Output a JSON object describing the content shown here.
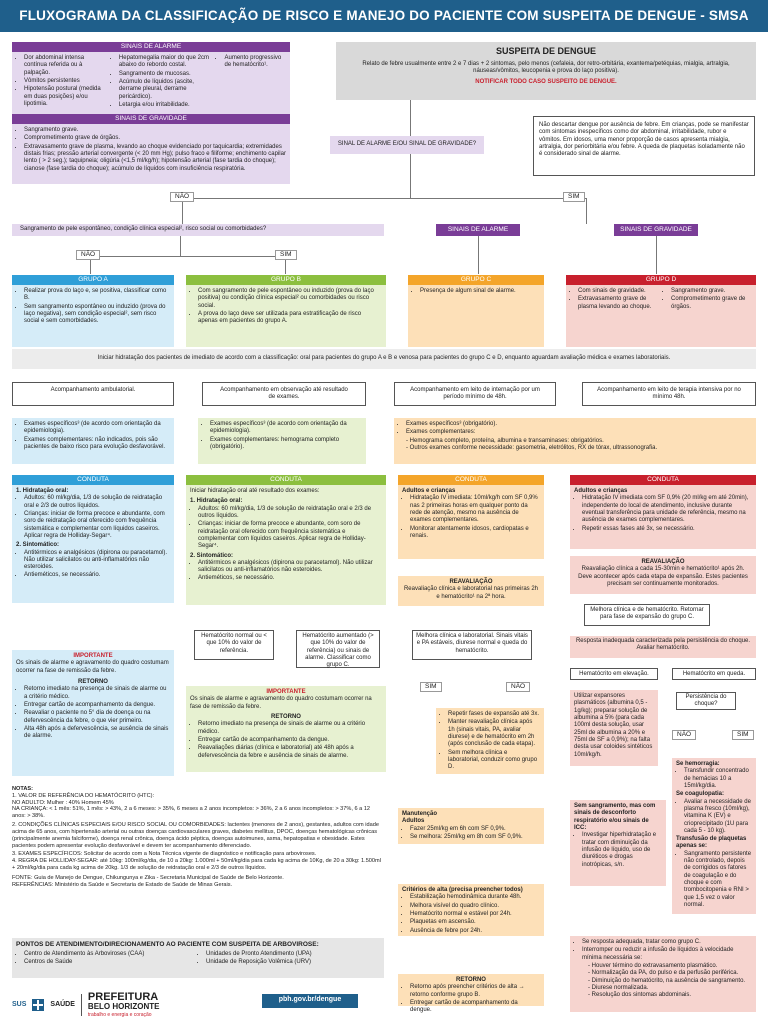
{
  "title": "FLUXOGRAMA DA CLASSIFICAÇÃO DE RISCO E MANEJO DO PACIENTE COM SUSPEITA DE DENGUE - SMSA",
  "alarme": {
    "title": "SINAIS DE ALARME",
    "c1": [
      "Dor abdominal intensa contínua referida ou à palpação.",
      "Vômitos persistentes",
      "Hipotensão postural (medida em duas posições) e/ou lipotimia."
    ],
    "c2": [
      "Hepatomegalia maior do que 2cm abaixo do rebordo costal.",
      "Sangramento de mucosas.",
      "Acúmulo de líquidos (ascite, derrame pleural, derrame pericárdico).",
      "Letargia e/ou irritabilidade."
    ],
    "c3": [
      "Aumento progressivo de hematócrito¹."
    ]
  },
  "gravidade": {
    "title": "SINAIS DE GRAVIDADE",
    "items": [
      "Sangramento grave.",
      "Comprometimento grave de órgãos.",
      "Extravasamento grave de plasma, levando ao choque evidenciado por taquicardia; extremidades distais frias; pressão arterial convergente (< 20 mm Hg); pulso fraco e filiforme; enchimento capilar lento ( > 2 seg.); taquipneia; oligúria (<1,5 ml/kg/h); hipotensão arterial (fase tardia do choque); cianose (fase tardia do choque); acúmulo de líquidos com insuficiência respiratória."
    ]
  },
  "suspeita": {
    "title": "SUSPEITA DE DENGUE",
    "text": "Relato de febre usualmente entre 2 e 7 dias + 2 sintomas, pelo menos (cefaleia, dor retro-orbitária, exantema/petéquias, mialgia, artralgia, náuseas/vômitos, leucopenia e prova do laço positiva).",
    "notify": "NOTIFICAR TODO CASO SUSPEITO DE DENGUE."
  },
  "q1": "SINAL DE ALARME E/OU SINAL DE GRAVIDADE?",
  "note": "Não descartar dengue por ausência de febre. Em crianças, pode se manifestar com sintomas inespecíficos como dor abdominal, irritabilidade, rubor e vômitos. Em idosos, uma menor proporção de casos apresenta mialgia, artralgia, dor periorbitária e/ou febre. A queda de plaquetas isoladamente não é considerado sinal de alarme.",
  "nao": "NÃO",
  "sim": "SIM",
  "q2": "Sangramento de pele espontâneo, condição clínica especial², risco social ou comorbidades?",
  "sa": "SINAIS DE ALARME",
  "sg": "SINAIS DE GRAVIDADE",
  "grupoA": {
    "title": "GRUPO A",
    "items": [
      "Realizar prova do laço e, se positiva, classificar como B.",
      "Sem sangramento espontâneo ou induzido (prova do laço negativa), sem condição especial², sem risco social e sem comorbidades."
    ]
  },
  "grupoB": {
    "title": "GRUPO B",
    "items": [
      "Com sangramento de pele espontâneo ou induzido (prova do laço positiva) ou condição clínica especial² ou comorbidades ou risco social.",
      "A prova do laço deve ser utilizada para estratificação de risco apenas em pacientes do grupo A."
    ]
  },
  "grupoC": {
    "title": "GRUPO C",
    "items": [
      "Presença de algum sinal de alarme."
    ]
  },
  "grupoD": {
    "title": "GRUPO D",
    "c1": [
      "Com sinais de gravidade.",
      "Extravasamento grave de plasma levando ao choque."
    ],
    "c2": [
      "Sangramento grave.",
      "Comprometimento grave de órgãos."
    ]
  },
  "hidratacao": "Iniciar hidratação dos pacientes de imediato de acordo com a classificação: oral para pacientes do grupo A e B e venosa para pacientes do grupo C e D, enquanto aguardam avaliação médica e exames laboratoriais.",
  "acompA": "Acompanhamento ambulatorial.",
  "acompB": "Acompanhamento em observação até resultado de exames.",
  "acompC": "Acompanhamento em leito de internação por um período mínimo de 48h.",
  "acompD": "Acompanhamento em leito de terapia intensiva por no mínimo 48h.",
  "examesA": [
    "Exames específicos³ (de acordo com orientação da epidemiologia).",
    "Exames complementares: não indicados, pois são pacientes de baixo risco para evolução desfavorável."
  ],
  "examesB": [
    "Exames específicos³ (de acordo com orientação da epidemiologia).",
    "Exames complementares: hemograma completo (obrigatório)."
  ],
  "examesCD": [
    "Exames específicos³ (obrigatório).",
    "Exames complementares:",
    "- Hemograma completo, proteína, albumina e transaminases: obrigatórios.",
    "- Outros exames conforme necessidade: gasometria, eletrólitos, RX de tórax, ultrassonografia."
  ],
  "conduta": "CONDUTA",
  "condA": {
    "h1": "1. Hidratação oral:",
    "l1": [
      "Adultos: 60 ml/kg/dia, 1/3 de solução de reidratação oral e 2/3 de outros líquidos.",
      "Crianças: iniciar de forma precoce e abundante, com soro de reidratação oral oferecido com frequência sistemática e complementar com líquidos caseiros. Aplicar regra de Holliday-Segar⁴."
    ],
    "h2": "2. Sintomático:",
    "l2": [
      "Antitérmicos e analgésicos (dipirona ou paracetamol). Não utilizar salicilatos ou anti-inflamatórios não esteroides.",
      "Antieméticos, se necessário."
    ]
  },
  "condB": {
    "intro": "Iniciar hidratação oral até resultado dos exames:",
    "h1": "1. Hidratação oral:",
    "l1": [
      "Adultos: 60 ml/kg/dia, 1/3 de solução de reidratação oral e 2/3 de outros líquidos.",
      "Crianças: iniciar de forma precoce e abundante, com soro de reidratação oral oferecido com frequência sistemática e complementar com líquidos caseiros. Aplicar regra de Holliday-Segar⁴."
    ],
    "h2": "2. Sintomático:",
    "l2": [
      "Antitérmicos e analgésicos (dipirona ou paracetamol). Não utilizar salicilatos ou anti-inflamatórios não esteroides.",
      "Antieméticos, se necessário."
    ]
  },
  "htB1": "Hematócrito normal ou < que 10% do valor de referência.",
  "htB2": "Hematócrito aumentado (> que 10% do valor de referência) ou sinais de alarme. Classificar como grupo C.",
  "impA": {
    "title": "IMPORTANTE",
    "text": "Os sinais de alarme e agravamento do quadro costumam ocorrer na fase de remissão da febre.",
    "ret": "RETORNO",
    "items": [
      "Retorno imediato na presença de sinais de alarme ou a critério médico.",
      "Entregar cartão de acompanhamento da dengue.",
      "Reavaliar o paciente no 5° dia de doença ou na defervescência da febre, o que vier primeiro.",
      "Alta 48h após a defervescência, se ausência de sinais de alarme."
    ]
  },
  "impB": {
    "title": "IMPORTANTE",
    "text": "Os sinais de alarme e agravamento do quadro costumam ocorrer na fase de remissão da febre.",
    "ret": "RETORNO",
    "items": [
      "Retorno imediato na presença de sinais de alarme ou a critério médico.",
      "Entregar cartão de acompanhamento da dengue.",
      "Reavaliações diárias (clínica e laboratorial) até 48h após a defervescência da febre e ausência de sinais de alarme."
    ]
  },
  "condC": {
    "h": "Adultos e crianças",
    "items": [
      "Hidratação IV imediata: 10ml/kg/h com SF 0,9% nas 2 primeiras horas em qualquer ponto da rede de atenção, mesmo na ausência de exames complementares.",
      "Monitorar atentamente idosos, cardiopatas e renais."
    ]
  },
  "reavC": {
    "title": "REAVALIAÇÃO",
    "text": "Reavaliação clínica e laboratorial nas primeiras 2h e hematócrito¹ na 2ª hora."
  },
  "melhoraC": "Melhora clínica e laboratorial. Sinais vitais e PA estáveis, diurese normal e queda do hematócrito.",
  "simC": [
    "Repetir fases de expansão até 3x.",
    "Manter reavaliação clínica após 1h (sinais vitais, PA, avaliar diurese) e de hematócrito em 2h (após conclusão de cada etapa).",
    "Sem melhora clínica e laboratorial, conduzir como grupo D."
  ],
  "manut": {
    "h": "Manutenção",
    "sub": "Adultos",
    "items": [
      "Fazer 25ml/kg em 6h com SF 0,9%.",
      "Se melhora: 25ml/kg em 8h com SF 0,9%."
    ]
  },
  "alta": {
    "h": "Critérios de alta (precisa preencher todos)",
    "items": [
      "Estabilização hemodinâmica durante 48h.",
      "Melhora visível do quadro clínico.",
      "Hematócrito normal e estável por 24h.",
      "Plaquetas em ascensão.",
      "Ausência de febre por 24h."
    ]
  },
  "retC": {
    "h": "RETORNO",
    "items": [
      "Retorno após preencher critérios de alta → retorno conforme grupo B.",
      "Entregar cartão de acompanhamento da dengue."
    ]
  },
  "condD": {
    "h": "Adultos e crianças",
    "items": [
      "Hidratação IV imediata com SF 0,9% (20 ml/kg em até 20min), independente do local de atendimento, inclusive durante eventual transferência para unidade de referência, mesmo na ausência de exames complementares.",
      "Repetir essas fases até 3x, se necessário."
    ]
  },
  "reavD": {
    "title": "REAVALIAÇÃO",
    "text": "Reavaliação clínica a cada 15-30min e hematócrito¹ após 2h. Deve acontecer após cada etapa de expansão. Estes pacientes precisam ser continuamente monitorados."
  },
  "melhoraD": "Melhora clínica e de hematócrito. Retornar para fase de expansão do grupo C.",
  "respD": "Resposta inadequada caracterizada pela persistência do choque. Avaliar hematócrito.",
  "htElev": "Hematócrito em elevação.",
  "htQueda": "Hematócrito em queda.",
  "coloides": "Utilizar expansores plasmáticos (albumina 0,5 - 1g/kg); preparar solução de albumina a 5% (para cada 100ml desta solução, usar 25ml de albumina a 20% e 75ml de SF a 0,9%); na falta desta usar coloides sintéticos 10ml/kg/h.",
  "persist": "Persistência do choque?",
  "semSang": {
    "h": "Sem sangramento, mas com sinais de desconforto respiratório e/ou sinais de ICC:",
    "items": [
      "Investigar hiperhidratação e tratar com diminuição da infusão de líquido, uso de diuréticos e drogas inotrópicas, s/n."
    ]
  },
  "hemorragia": {
    "h1": "Se hemorragia:",
    "l1": [
      "Transfundir concentrado de hemácias 10 a 15ml/kg/dia."
    ],
    "h2": "Se coagulopatia:",
    "l2": [
      "Avaliar a necessidade de plasma fresco (10ml/kg), vitamina K (EV) e crioprecipitado (1U para cada 5 - 10 kg)."
    ],
    "h3": "Transfusão de plaquetas apenas se:",
    "l3": [
      "Sangramento persistente não controlado, depois de corrigidos os fatores de coagulação e do choque e com trombocitopenia e RNI > que 1,5 vez o valor normal."
    ]
  },
  "respAdq": {
    "items": [
      "Se resposta adequada, tratar como grupo C.",
      "Interromper ou reduzir a infusão de líquidos à velocidade mínima necessária se:"
    ],
    "sub": [
      "- Houver término do extravasamento plasmático.",
      "- Normalização da PA, do pulso e da perfusão periférica.",
      "- Diminuição do hematócrito, na ausência de sangramento.",
      "- Diurese normalizada.",
      "- Resolução dos sintomas abdominais."
    ]
  },
  "notas": {
    "h": "NOTAS:",
    "n1": "1. VALOR DE REFERÊNCIA DO HEMATÓCRITO (HTC):",
    "n1a": "NO ADULTO: Mulher : 40%  Homem 45%",
    "n1b": "NA CRIANÇA: < 1 mês: 51%, 1 mês: > 43%, 2 a 6 meses: > 35%, 6 meses a 2 anos incompletos: > 36%, 2 a 6 anos incompletos: > 37%, 6 a 12 anos: > 38%.",
    "n2": "2. CONDIÇÕES CLÍNICAS ESPECIAIS E/OU RISCO SOCIAL OU COMORBIDADES: lactentes (menores de 2 anos), gestantes, adultos com idade acima de 65 anos, com hipertensão arterial ou outras doenças cardiovasculares graves, diabetes mellitus, DPOC, doenças hematológicas crônicas (principalmente anemia falciforme), doença renal crônica, doença ácido péptica, doenças autoimunes, asma, hepatopatias e obesidade. Estes pacientes podem apresentar evolução desfavorável e devem ter acompanhamento diferenciado.",
    "n3": "3. EXAMES ESPECÍFICOS: Solicitar de acordo com a Nota Técnica vigente de diagnóstico e notificação para arboviroses.",
    "n4": "4. REGRA DE HOLLIDAY-SEGAR: até 10kg: 100ml/kg/dia, de 10 a 20kg: 1.000ml + 50ml/kg/dia para cada kg acima de 10Kg, de 20 a 30kg: 1.500ml + 20ml/kg/dia para cada kg acima de 20kg. 1/3 de solução de reidratação oral e 2/3 de outros líquidos.",
    "fonte": "FONTE: Guia de Manejo de Dengue, Chikungunya e Zika - Secretaria Municipal de Saúde de Belo Horizonte.",
    "ref": "REFERÊNCIAS: Ministério da Saúde e Secretaria de Estado de Saúde de Minas Gerais."
  },
  "pontos": {
    "h": "PONTOS DE ATENDIMENTO/DIRECIONAMENTO AO PACIENTE COM SUSPEITA DE ARBOVIROSE:",
    "c1": [
      "Centro de Atendimento às Arboviroses (CAA)",
      "Centros de Saúde"
    ],
    "c2": [
      "Unidades de Pronto Atendimento (UPA)",
      "Unidade de Reposição Volêmica (URV)"
    ]
  },
  "footer": {
    "sus": "SUS",
    "saude": "SAÚDE",
    "pref1": "PREFEITURA",
    "pref2": "BELO HORIZONTE",
    "slogan": "trabalho e energia e coração",
    "url": "pbh.gov.br/dengue"
  },
  "colors": {
    "header": "#1f5f8b",
    "purple": "#7a3d97",
    "blue": "#2f9fd8",
    "green": "#8cbf3f",
    "orange": "#f4a52a",
    "red": "#c8202d"
  }
}
